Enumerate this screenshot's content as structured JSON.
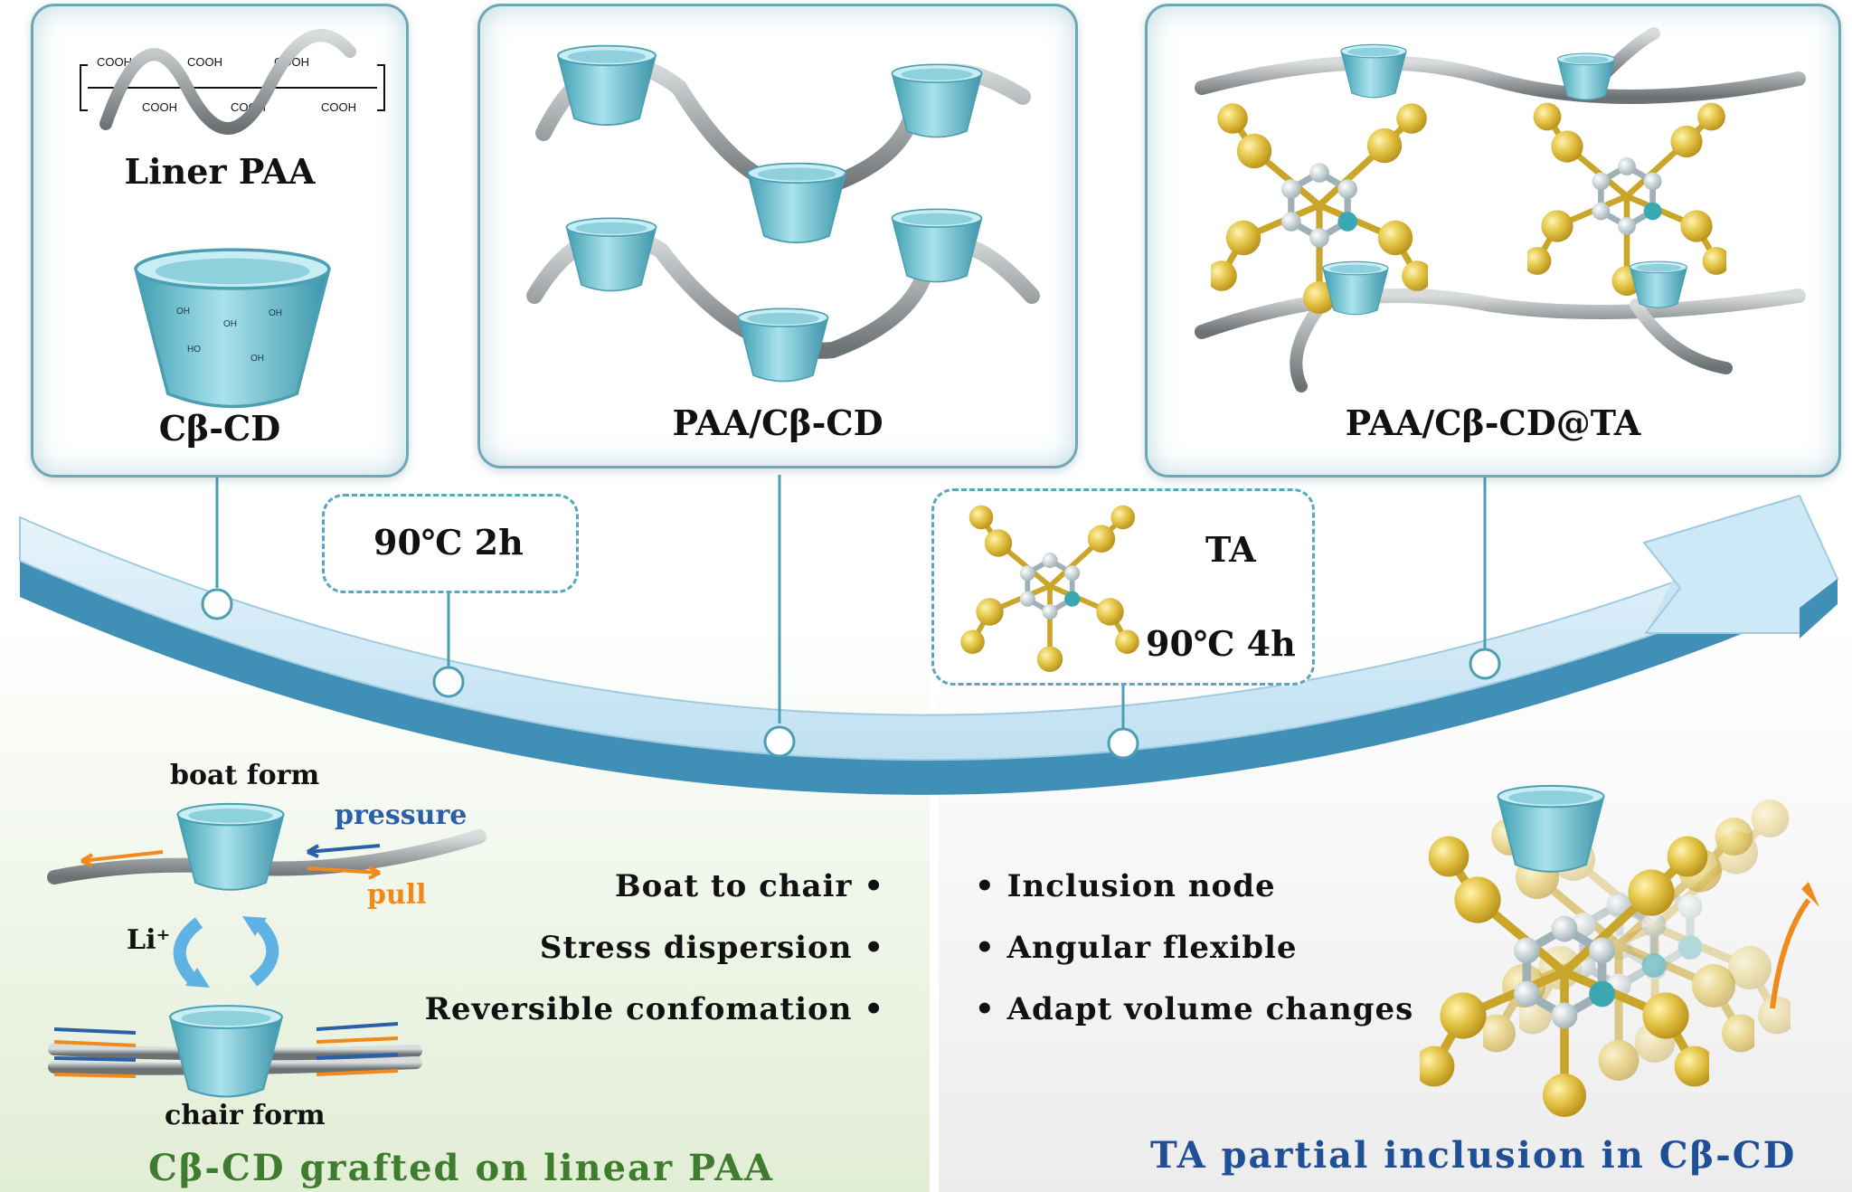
{
  "cards": {
    "paa_title": "Liner PAA",
    "cd_title": "Cβ-CD",
    "paa_cd_title": "PAA/Cβ-CD",
    "paa_cd_ta_title": "PAA/Cβ-CD@TA",
    "cooh": "COOH"
  },
  "steps": {
    "step1": "90℃  2h",
    "step2_reagent": "TA",
    "step2_condition": "90℃ 4h"
  },
  "left_panel": {
    "boat_form": "boat form",
    "chair_form": "chair form",
    "pressure": "pressure",
    "pull": "pull",
    "li": "Li⁺",
    "features": [
      "Boat to chair",
      "Stress dispersion",
      "Reversible confomation"
    ],
    "caption": "Cβ-CD grafted on linear PAA"
  },
  "right_panel": {
    "features": [
      "Inclusion node",
      "Angular flexible",
      "Adapt volume changes"
    ],
    "caption": "TA partial inclusion in Cβ-CD"
  },
  "colors": {
    "card_border": "#6fa8b4",
    "arc_fill": "#cce8f6",
    "arc_side": "#3f8fb6",
    "cone": "#7dc6d6",
    "chain": "#8f9496",
    "ta_ball": "#e2c24a",
    "caption_green": "#3f7d2e",
    "caption_blue": "#1f4f96",
    "pressure_blue": "#2b5fa8",
    "pull_orange": "#f08a1c"
  },
  "icons": [
    "cyclodextrin-cone-icon",
    "polymer-chain-icon",
    "tannic-acid-molecule-icon",
    "cycle-arrows-icon",
    "up-arrow-icon"
  ]
}
